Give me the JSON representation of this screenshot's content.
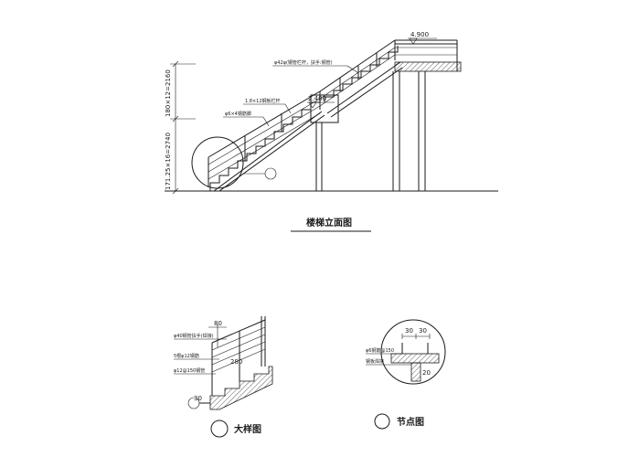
{
  "drawings": {
    "elevation": {
      "title": "楼梯立面图",
      "elevation_mark_upper": "4.900",
      "elevation_mark_mid": "2.400",
      "vertical_dims": [
        "171.25×16=2740",
        "180×12=2160"
      ],
      "notes": [
        "φ42φ(钢管栏杆，扶手:钢管)",
        "1.8×12钢板栏杆",
        "φ6×4钢筋脚"
      ]
    },
    "detail_large": {
      "title": "大样图",
      "dims": [
        "80",
        "280",
        "30"
      ],
      "notes": [
        "φ40钢管扶手(焊接)",
        "5根φ12钢筋",
        "φ12@150钢管"
      ]
    },
    "detail_node": {
      "title": "节点图",
      "dims": [
        "30",
        "30",
        "20"
      ],
      "notes": [
        "φ6钢筋@150",
        "钢板焊接"
      ]
    }
  }
}
